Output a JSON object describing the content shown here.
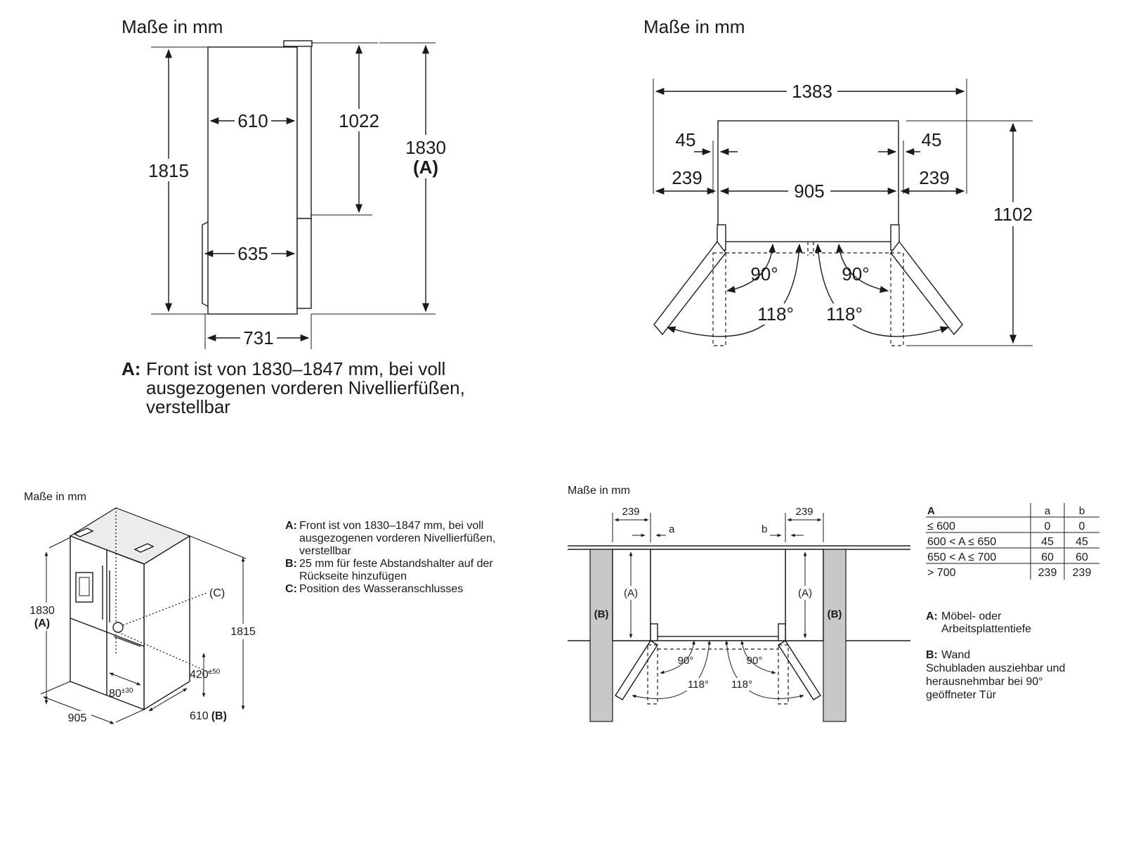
{
  "panel1": {
    "heading": "Maße in mm",
    "dim_height_body": "1815",
    "dim_depth_top": "610",
    "dim_upper_door": "1022",
    "dim_total_height": "1830",
    "dim_total_height_ref": "(A)",
    "dim_depth_bottom": "635",
    "dim_depth_total": "731",
    "note_key": "A:",
    "note_line1": "Front ist von 1830–1847 mm, bei voll",
    "note_line2": "ausgezogenen vorderen Nivellierfüßen,",
    "note_line3": "verstellbar"
  },
  "panel2": {
    "heading": "Maße in mm",
    "dim_total_width": "1383",
    "dim_gap_left": "45",
    "dim_gap_right": "45",
    "dim_side_left": "239",
    "dim_side_right": "239",
    "dim_width": "905",
    "dim_depth_open": "1102",
    "angle_90_left": "90°",
    "angle_90_right": "90°",
    "angle_118_left": "118°",
    "angle_118_right": "118°"
  },
  "panel3": {
    "heading": "Maße in mm",
    "dim_height": "1830",
    "dim_height_ref": "(A)",
    "dim_height_body": "1815",
    "label_c": "(C)",
    "dim_420": "420",
    "dim_420_tol": "±50",
    "dim_80": "80",
    "dim_80_tol": "±30",
    "dim_width": "905",
    "dim_depth": "610",
    "dim_depth_ref": "(B)",
    "notes": [
      {
        "key": "A:",
        "lines": [
          "Front ist von 1830–1847 mm, bei voll",
          "ausgezogenen vorderen Nivellierfüßen,",
          "verstellbar"
        ]
      },
      {
        "key": "B:",
        "lines": [
          "25 mm für feste Abstandshalter auf der",
          "Rückseite hinzufügen"
        ]
      },
      {
        "key": "C:",
        "lines": [
          "Position des Wasseranschlusses"
        ]
      }
    ]
  },
  "panel4": {
    "heading": "Maße in mm",
    "dim_left": "239",
    "dim_right": "239",
    "label_a": "a",
    "label_b": "b",
    "label_A_left": "(A)",
    "label_A_right": "(A)",
    "label_B_left": "(B)",
    "label_B_right": "(B)",
    "angle_90_left": "90°",
    "angle_90_right": "90°",
    "angle_118_left": "118°",
    "angle_118_right": "118°",
    "table": {
      "headers": [
        "A",
        "a",
        "b"
      ],
      "rows": [
        [
          "≤ 600",
          "0",
          "0"
        ],
        [
          "600 < A ≤ 650",
          "45",
          "45"
        ],
        [
          "650 < A ≤ 700",
          "60",
          "60"
        ],
        [
          "> 700",
          "239",
          "239"
        ]
      ]
    },
    "legend_a_key": "A:",
    "legend_a_line1": "Möbel- oder",
    "legend_a_line2": "Arbeitsplattentiefe",
    "legend_b_key": "B:",
    "legend_b_line1": "Wand",
    "legend_b_line2": "Schubladen ausziehbar und",
    "legend_b_line3": "herausnehmbar bei 90°",
    "legend_b_line4": "geöffneter Tür"
  }
}
